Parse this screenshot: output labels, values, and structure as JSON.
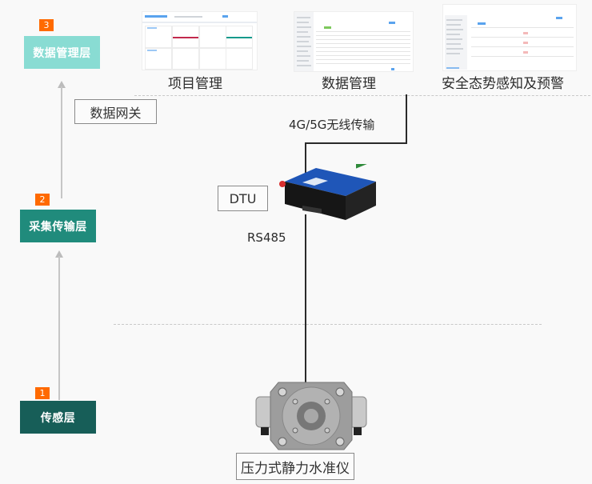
{
  "layers": [
    {
      "number": "3",
      "label": "数据管理层",
      "color": "#89dcd3"
    },
    {
      "number": "2",
      "label": "采集传输层",
      "color": "#208b7c"
    },
    {
      "number": "1",
      "label": "传感层",
      "color": "#175e58"
    }
  ],
  "badge_color": "#ff6a00",
  "platform": {
    "modules": [
      {
        "label": "项目管理",
        "thumbnail": "project-management-screenshot"
      },
      {
        "label": "数据管理",
        "thumbnail": "data-management-screenshot"
      },
      {
        "label": "安全态势感知及预警",
        "thumbnail": "safety-alert-screenshot"
      }
    ]
  },
  "gateway_label": "数据网关",
  "wireless_label": "4G/5G无线传输",
  "dtu_label": "DTU",
  "rs485_label": "RS485",
  "sensor_label": "压力式静力水准仪"
}
